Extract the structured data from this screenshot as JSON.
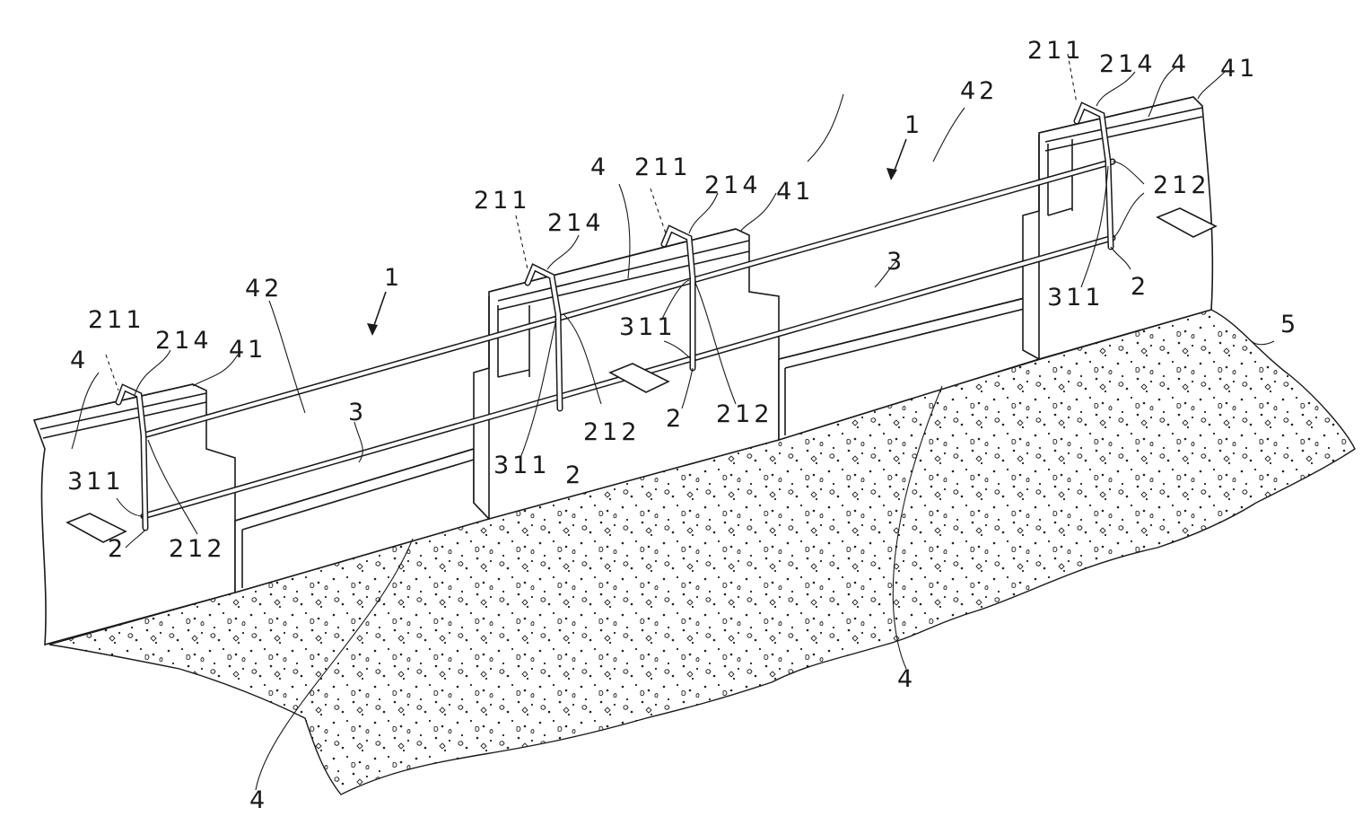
{
  "figure": {
    "type": "patent-drawing",
    "description": "Perspective view of form panels on ground with tie rods and clamp fittings"
  },
  "labels": {
    "unit_left": "1",
    "unit_right": "1",
    "panel_a": "4",
    "panel_b": "4",
    "panel_c": "4",
    "panel_d": "4",
    "panel_e": "4",
    "rail_left": "41",
    "rail_mid": "41",
    "rail_right": "41",
    "face_left": "42",
    "face_right": "42",
    "rod_left": "3",
    "rod_right": "3",
    "hook_hidden_1": "211",
    "hook_hidden_2": "211",
    "hook_hidden_3": "211",
    "hook_hidden_4": "211",
    "hook_top_1": "214",
    "hook_top_2": "214",
    "hook_top_3": "214",
    "hook_top_4": "214",
    "clamp_1": "212",
    "clamp_2": "212",
    "clamp_3": "212",
    "clamp_4": "212",
    "collar_1": "311",
    "collar_2": "311",
    "collar_3": "311",
    "collar_4": "311",
    "pin_1": "2",
    "pin_2": "2",
    "pin_3": "2",
    "pin_4": "2",
    "ground": "5"
  }
}
